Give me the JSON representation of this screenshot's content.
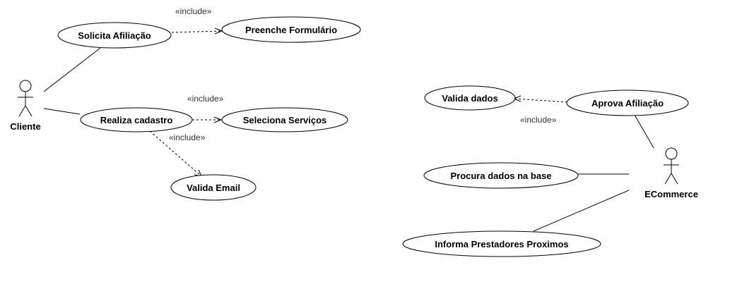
{
  "actors": {
    "cliente": "Cliente",
    "ecommerce": "ECommerce"
  },
  "use_cases": {
    "solicita_afiliacao": "Solicita Afiliação",
    "preenche_formulario": "Preenche Formulário",
    "realiza_cadastro": "Realiza cadastro",
    "seleciona_servicos": "Seleciona Serviços",
    "valida_email": "Valida Email",
    "valida_dados": "Valida dados",
    "aprova_afiliacao": "Aprova Afiliação",
    "procura_dados": "Procura dados na base",
    "informa_prestadores": "Informa Prestadores Proximos"
  },
  "stereotypes": {
    "include_1": "«include»",
    "include_2": "«include»",
    "include_3": "«include»",
    "include_4": "«include»"
  }
}
